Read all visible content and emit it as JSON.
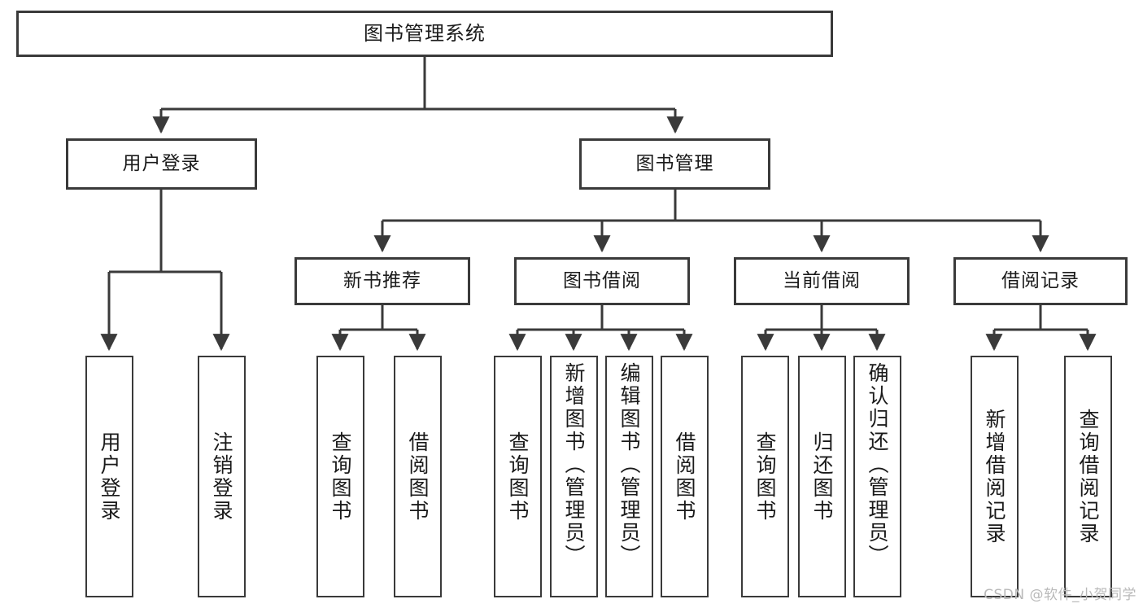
{
  "diagram": {
    "title": "图书管理系统",
    "type": "tree-hierarchy",
    "watermark": "CSDN @软件_小贺同学",
    "colors": {
      "box_border": "#3a3a3a",
      "box_fill": "#ffffff",
      "connector": "#3a3a3a",
      "text": "#1a1a1a",
      "watermark": "#b9b9b9"
    },
    "root": {
      "label": "图书管理系统"
    },
    "level1": [
      {
        "label": "用户登录"
      },
      {
        "label": "图书管理"
      }
    ],
    "level2": [
      {
        "label": "新书推荐"
      },
      {
        "label": "图书借阅"
      },
      {
        "label": "当前借阅"
      },
      {
        "label": "借阅记录"
      }
    ],
    "leaves": {
      "user_login": [
        {
          "label": "用户登录"
        },
        {
          "label": "注销登录"
        }
      ],
      "new_book_recommend": [
        {
          "label": "查询图书"
        },
        {
          "label": "借阅图书"
        }
      ],
      "book_borrow": [
        {
          "label": "查询图书"
        },
        {
          "label": "新增图书（管理员）"
        },
        {
          "label": "编辑图书（管理员）"
        },
        {
          "label": "借阅图书"
        }
      ],
      "current_borrow": [
        {
          "label": "查询图书"
        },
        {
          "label": "归还图书"
        },
        {
          "label": "确认归还（管理员）"
        }
      ],
      "borrow_record": [
        {
          "label": "新增借阅记录"
        },
        {
          "label": "查询借阅记录"
        }
      ]
    }
  }
}
